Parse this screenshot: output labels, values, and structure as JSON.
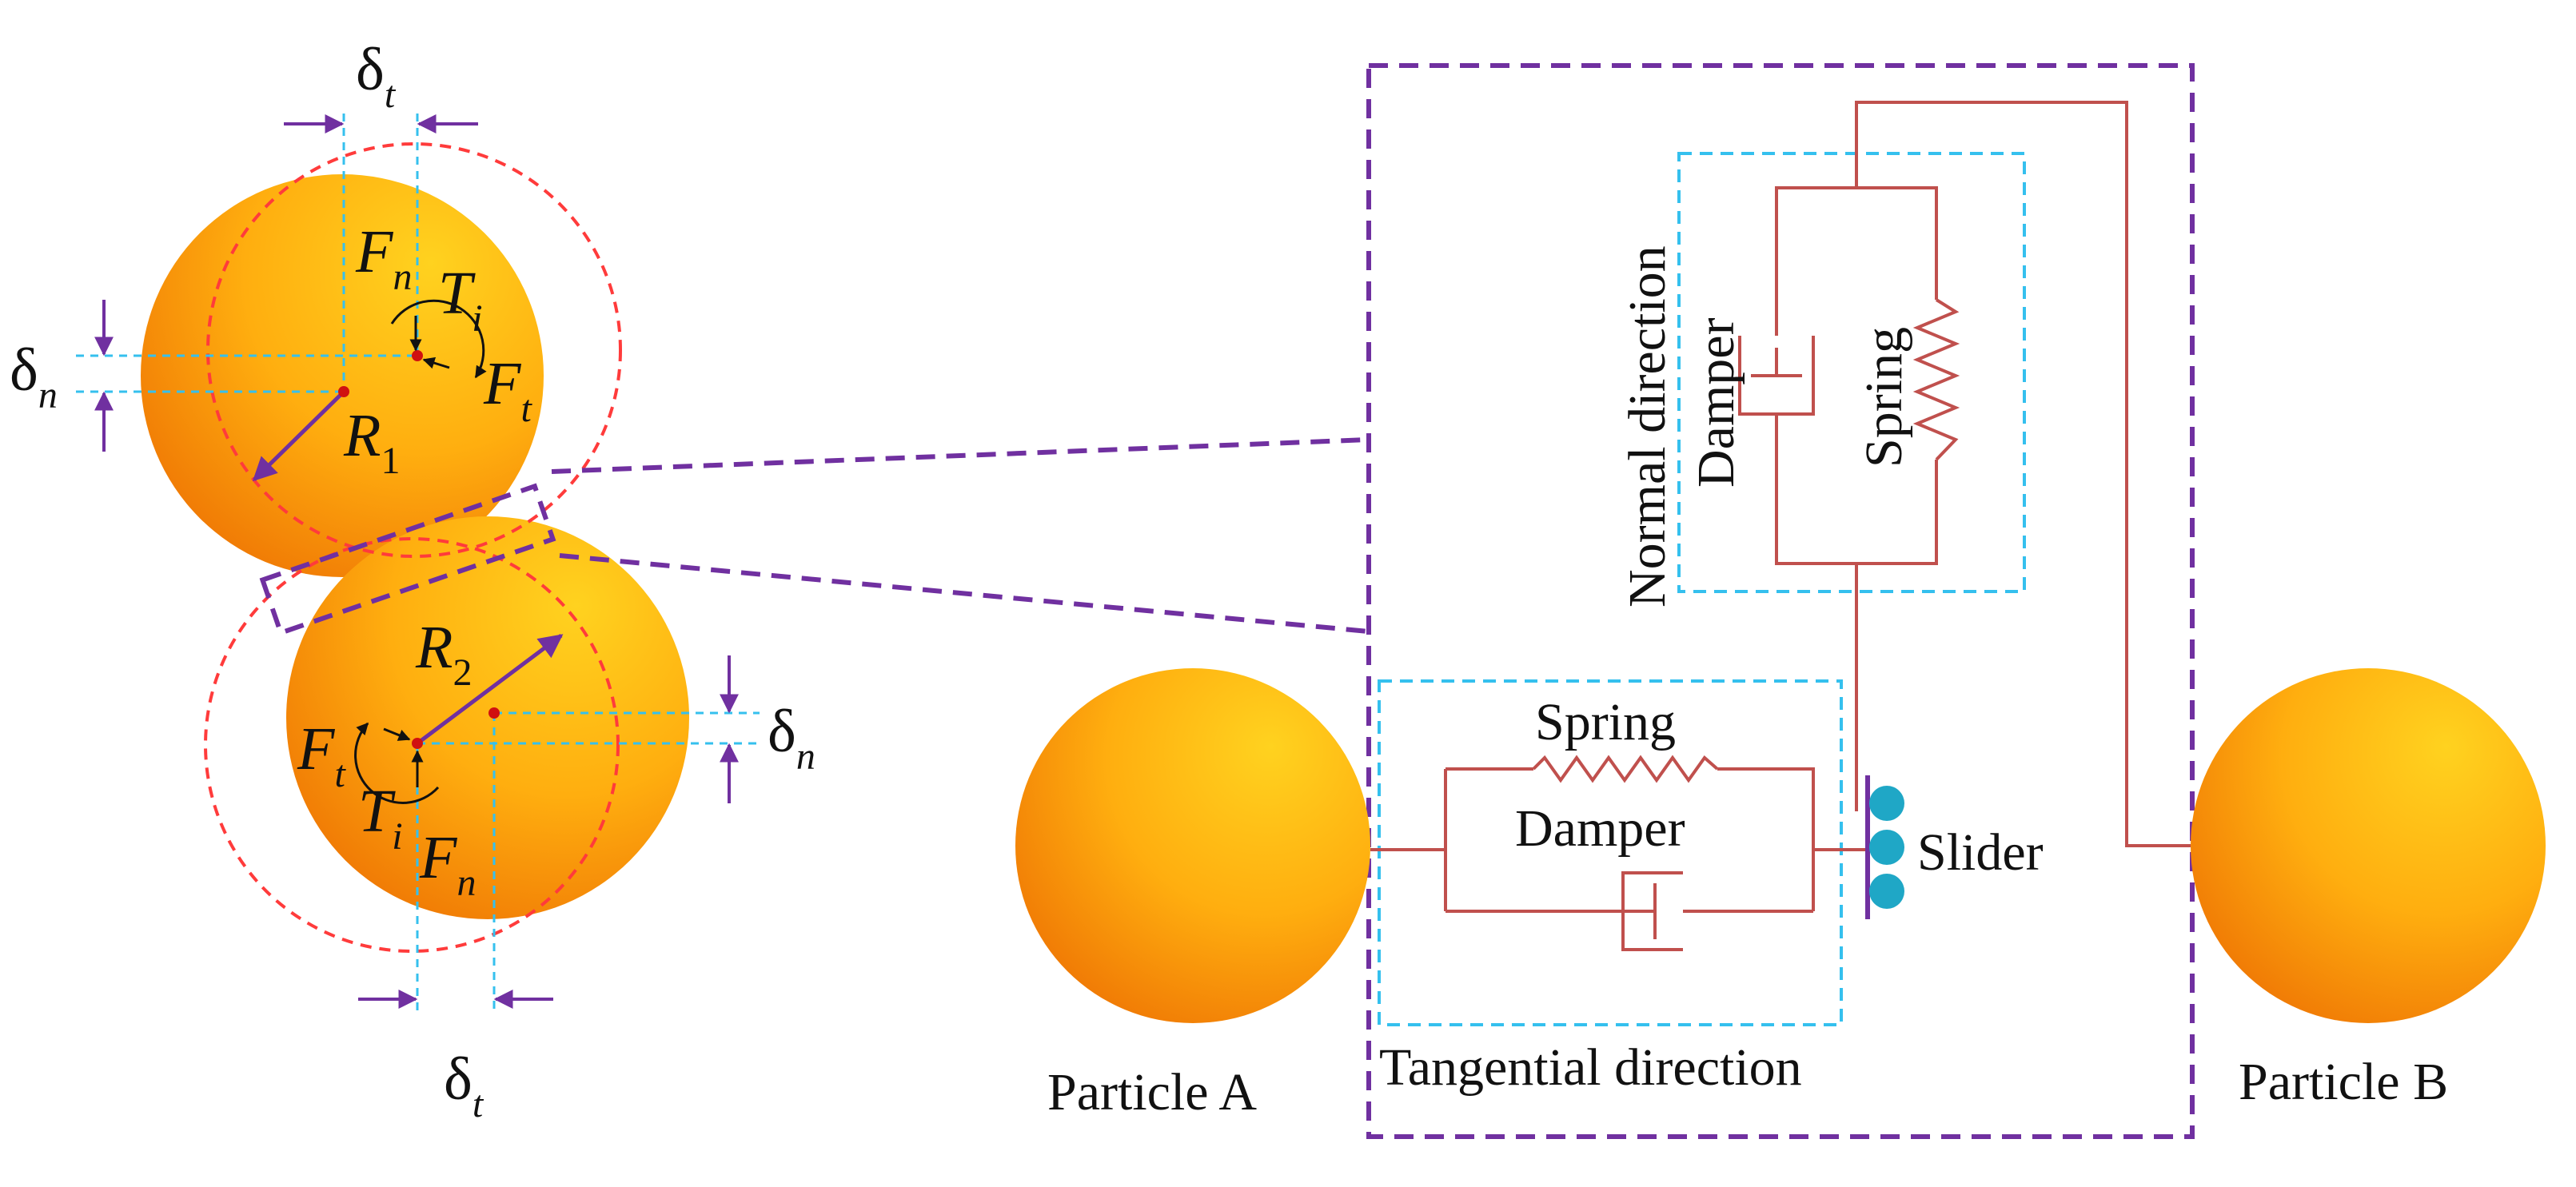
{
  "symbols": {
    "delta": "δ",
    "sub_t": "t",
    "sub_n": "n",
    "sub_i": "i",
    "F": "F",
    "T": "T",
    "R": "R",
    "sub_1": "1",
    "sub_2": "2"
  },
  "labels": {
    "normal_direction": "Normal direction",
    "tangential_direction": "Tangential direction",
    "damper_normal": "Damper",
    "spring_normal": "Spring",
    "spring_tangential": "Spring",
    "damper_tangential": "Damper",
    "slider": "Slider",
    "particle_a": "Particle A",
    "particle_b": "Particle B"
  },
  "colors": {
    "particle_light": "#ffd21f",
    "particle_mid": "#ffae0f",
    "particle_dark": "#f07a05",
    "contact_circle": "#ff3b3b",
    "guide_line": "#35c0ee",
    "dimension_arrow": "#7030a0",
    "zoom_box": "#7030a0",
    "mechanism_line": "#c0504d",
    "slider_ball": "#1fa7c6",
    "center_dot": "#d01010"
  }
}
